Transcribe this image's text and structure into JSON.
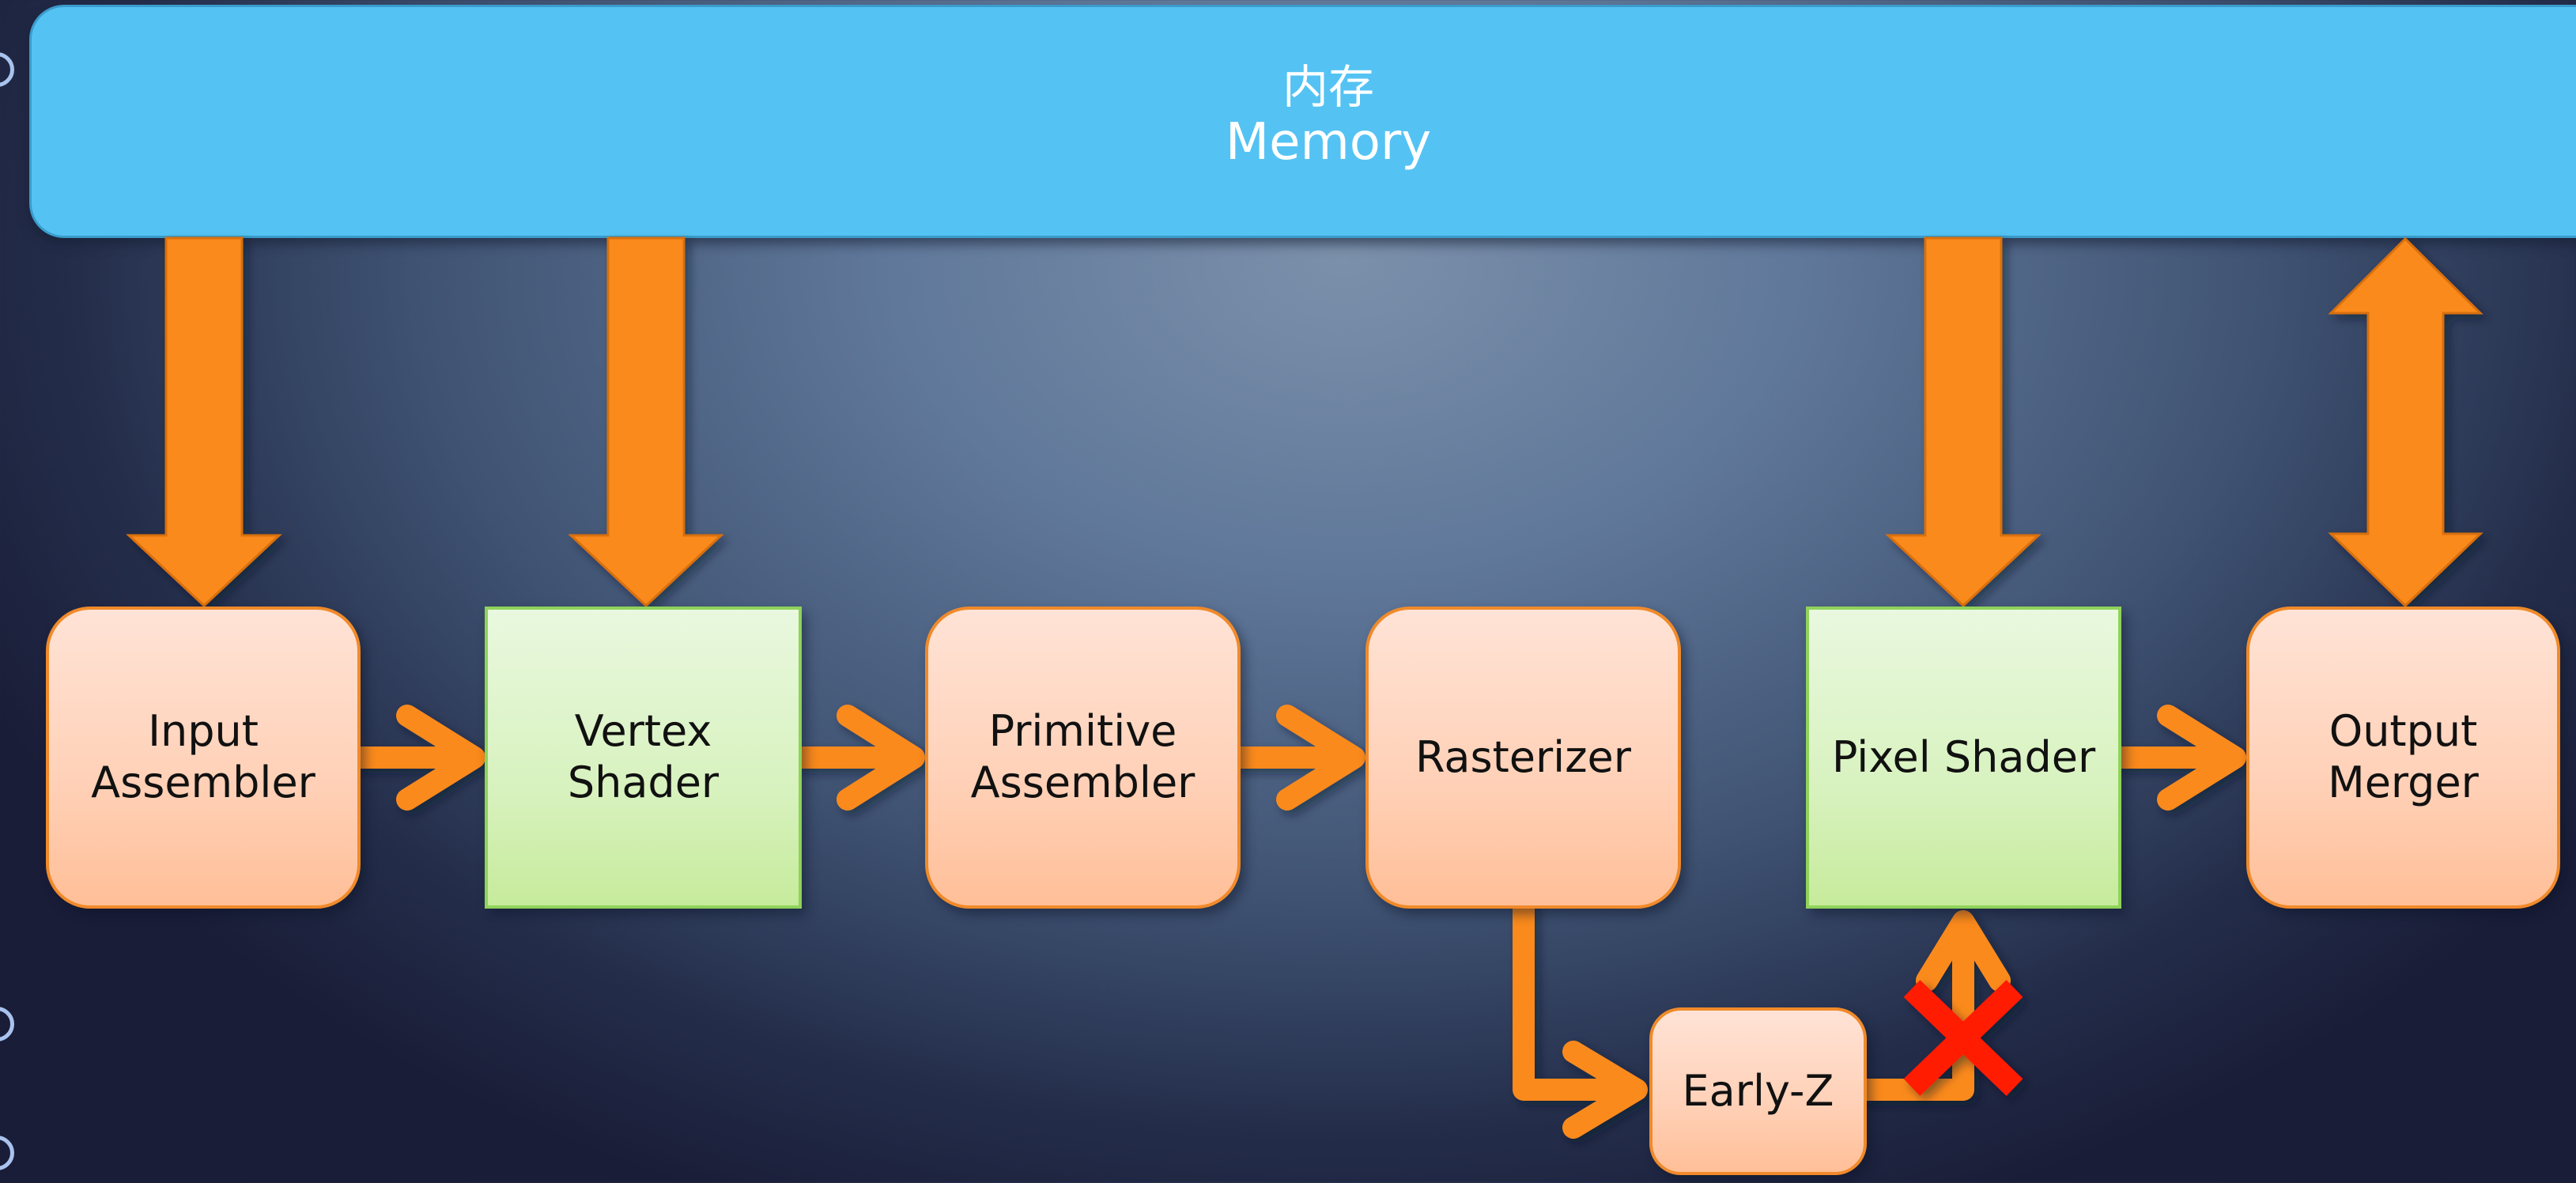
{
  "memory": {
    "label_zh": "内存",
    "label_en": "Memory"
  },
  "stages": {
    "input_assembler": {
      "line1": "Input",
      "line2": "Assembler"
    },
    "vertex_shader": {
      "line1": "Vertex",
      "line2": "Shader"
    },
    "primitive_assembler": {
      "line1": "Primitive",
      "line2": "Assembler"
    },
    "rasterizer": {
      "line1": "Rasterizer"
    },
    "pixel_shader": {
      "line1": "Pixel Shader"
    },
    "output_merger": {
      "line1": "Output",
      "line2": "Merger"
    },
    "early_z": {
      "line1": "Early-Z"
    }
  },
  "connections": [
    {
      "from": "memory",
      "to": "input_assembler",
      "type": "block-arrow-down"
    },
    {
      "from": "memory",
      "to": "vertex_shader",
      "type": "block-arrow-down"
    },
    {
      "from": "memory",
      "to": "pixel_shader",
      "type": "block-arrow-down"
    },
    {
      "from": "memory",
      "to": "output_merger",
      "type": "block-arrow-bidirectional"
    },
    {
      "from": "input_assembler",
      "to": "vertex_shader",
      "type": "arrow"
    },
    {
      "from": "vertex_shader",
      "to": "primitive_assembler",
      "type": "arrow"
    },
    {
      "from": "primitive_assembler",
      "to": "rasterizer",
      "type": "arrow"
    },
    {
      "from": "rasterizer",
      "to": "early_z",
      "type": "elbow-arrow"
    },
    {
      "from": "early_z",
      "to": "pixel_shader",
      "type": "elbow-arrow",
      "rejected": true
    },
    {
      "from": "pixel_shader",
      "to": "output_merger",
      "type": "arrow"
    }
  ],
  "colors": {
    "memory": "#54c3f3",
    "fixed_stage": "#ffd0b6",
    "programmable_stage": "#d8f2bf",
    "arrow": "#fb8a1e",
    "reject_mark": "#ff1a00"
  }
}
